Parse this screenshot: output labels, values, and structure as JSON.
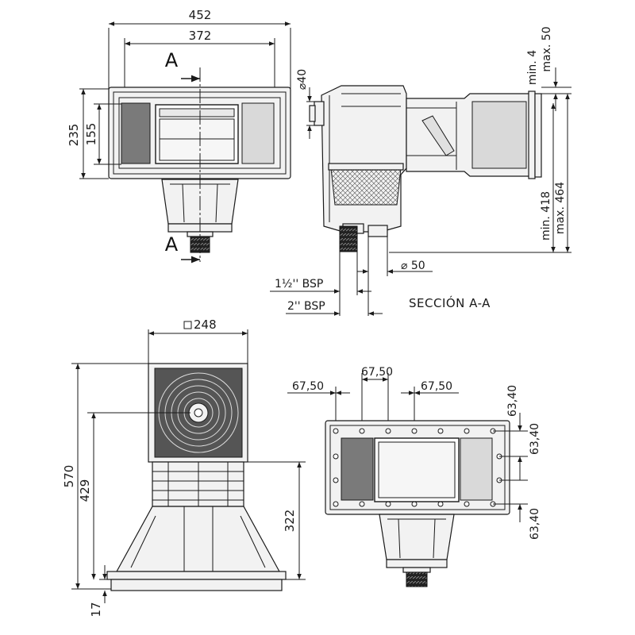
{
  "top_left_view": {
    "width_outer": "452",
    "width_inner": "372",
    "height_outer": "235",
    "height_inner": "155",
    "section_mark_top": "A",
    "section_mark_bottom": "A"
  },
  "section_view": {
    "dia_40": "40",
    "min_top": "min. 4",
    "max_top": "max. 50",
    "min_height": "min. 418",
    "max_height": "max. 464",
    "dia_50": "50",
    "bsp_small": "1½'' BSP",
    "bsp_large": "2'' BSP",
    "title": "SECCIÓN A-A"
  },
  "side_view": {
    "square_248": "248",
    "height_570": "570",
    "height_429": "429",
    "height_322": "322",
    "height_17": "17"
  },
  "front_view": {
    "spacing_left": "67,50",
    "spacing_mid": "67,50",
    "spacing_right": "67,50",
    "v_spacing_1": "63,40",
    "v_spacing_2": "63,40",
    "v_spacing_3": "63,40"
  },
  "colors": {
    "line": "#1a1a1a",
    "dark_fill": "#7a7a7a",
    "light_fill": "#d9d9d9",
    "body_fill": "#f2f2f2"
  }
}
